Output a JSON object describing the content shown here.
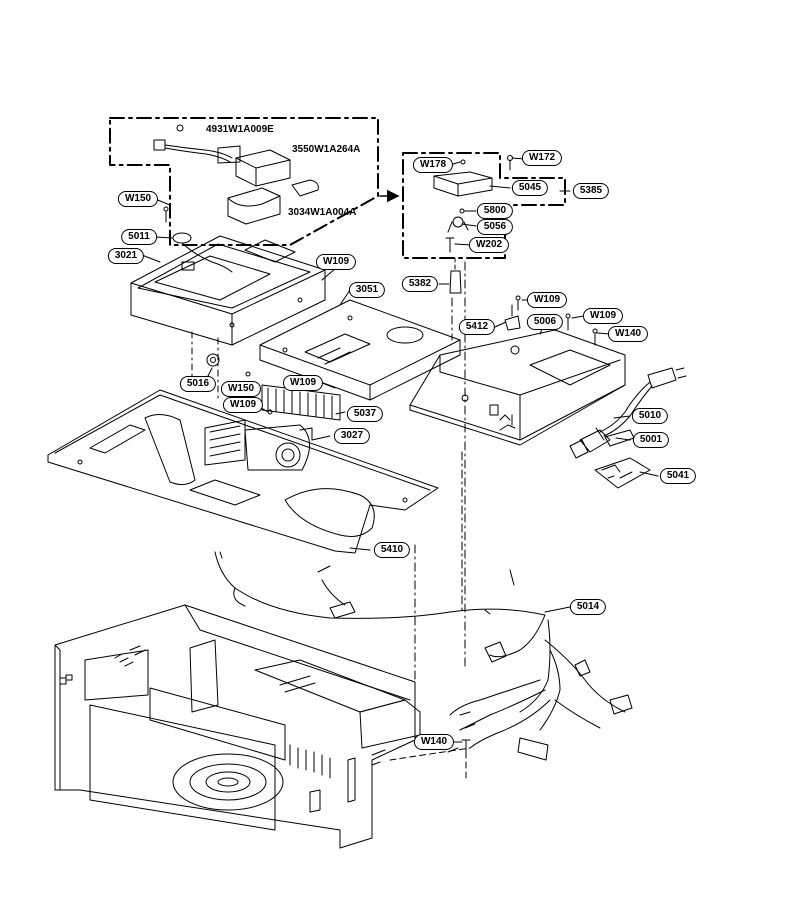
{
  "diagram": {
    "inset_parts": {
      "harness": "4931W1A009E",
      "lamp_holder": "3550W1A264A",
      "lamp_cover": "3034W1A004A"
    },
    "labels": {
      "W150_top": "W150",
      "p5011": "5011",
      "p3021": "3021",
      "W109_a": "W109",
      "p3051": "3051",
      "p5016": "5016",
      "W150_b": "W150",
      "W109_b": "W109",
      "W109_c": "W109",
      "p5037": "5037",
      "p3027": "3027",
      "p5410": "5410",
      "W178": "W178",
      "W172": "W172",
      "p5045": "5045",
      "p5385": "5385",
      "p5800": "5800",
      "p5056": "5056",
      "W202": "W202",
      "p5382": "5382",
      "W109_d": "W109",
      "p5412": "5412",
      "p5006": "5006",
      "W109_e": "W109",
      "W140_a": "W140",
      "p5010": "5010",
      "p5001": "5001",
      "p5041": "5041",
      "p5014": "5014",
      "W140_b": "W140"
    }
  }
}
